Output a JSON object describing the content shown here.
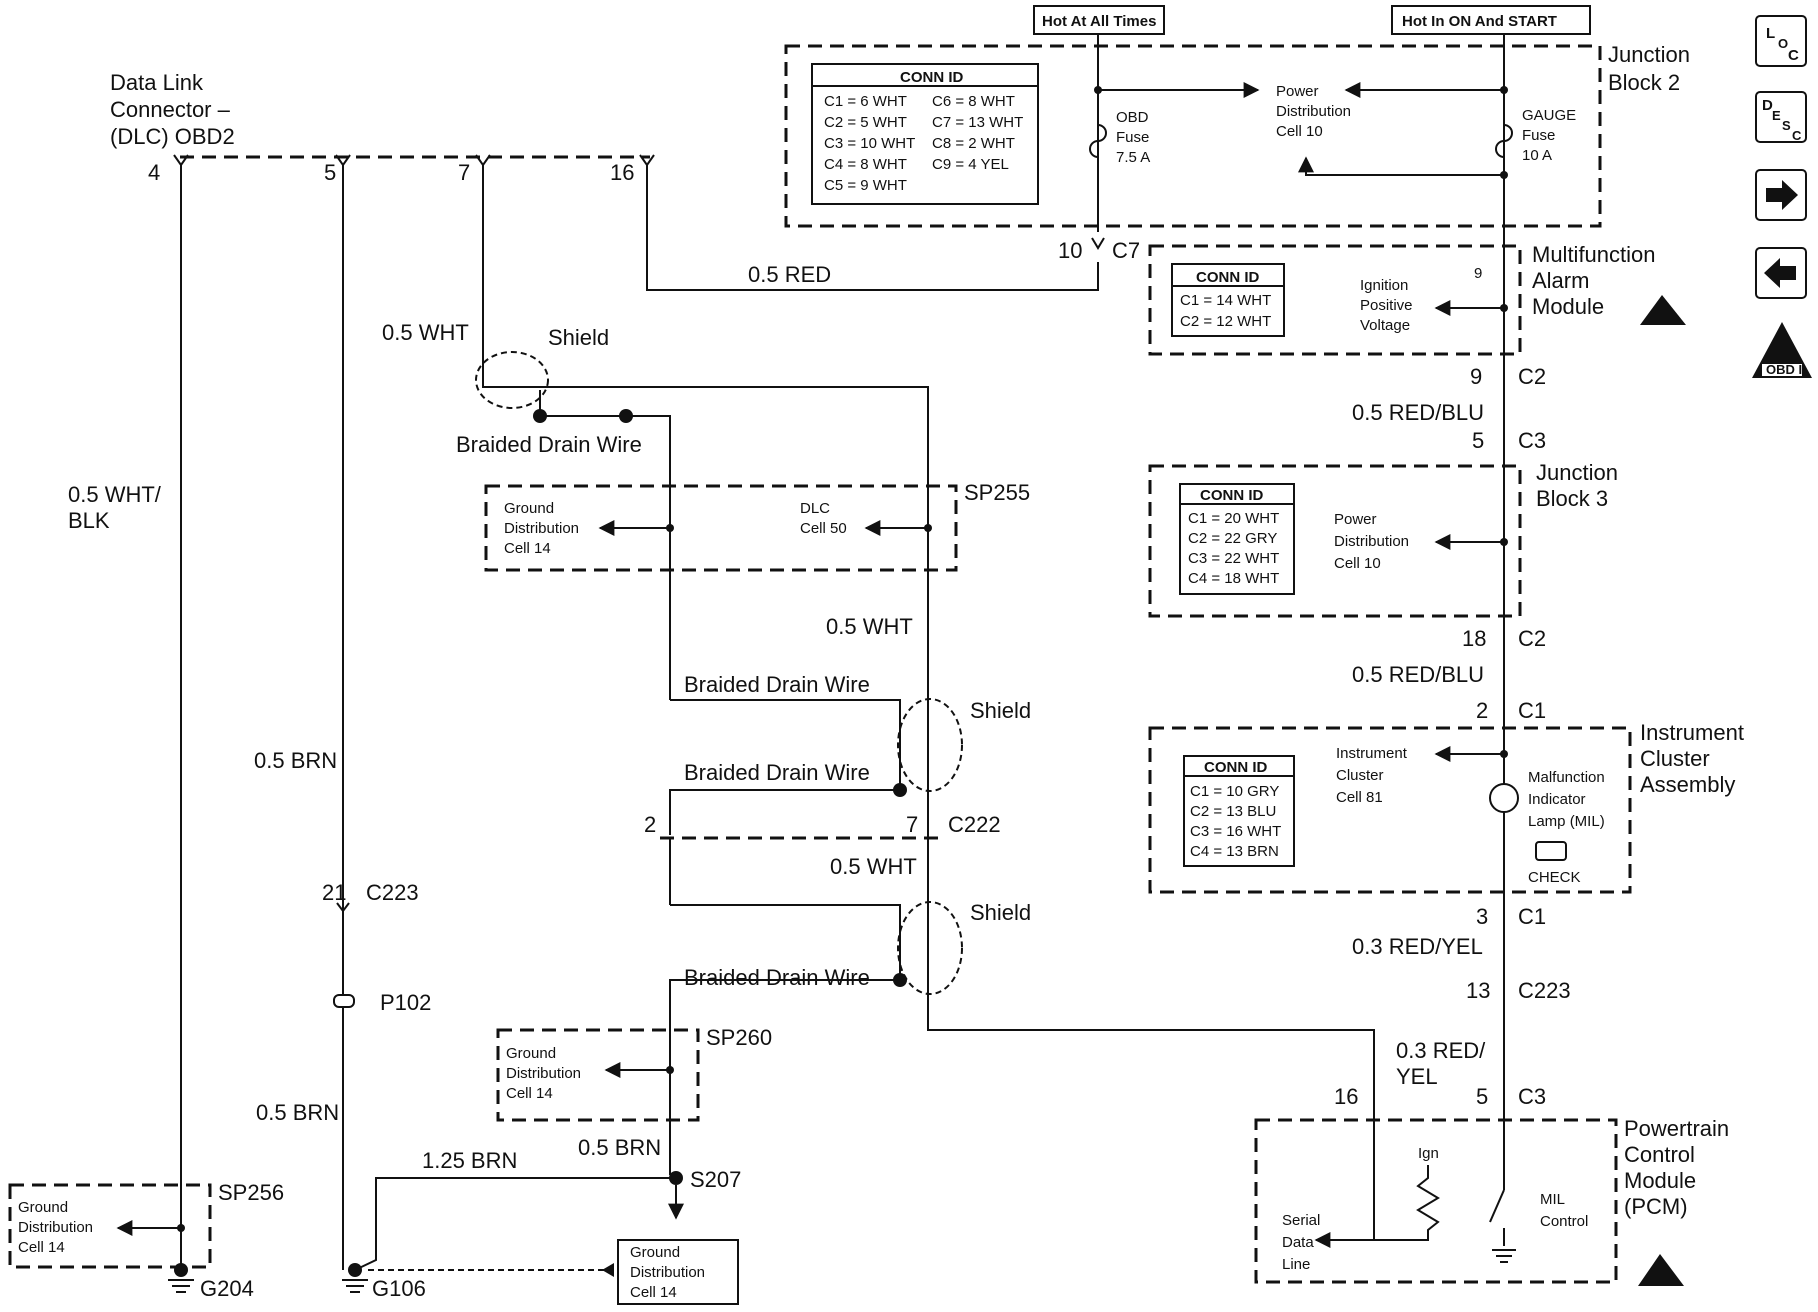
{
  "dlc": {
    "title_1": "Data Link",
    "title_2": "Connector –",
    "title_3": "(DLC) OBD2",
    "pin_4": "4",
    "pin_5": "5",
    "pin_7": "7",
    "pin_16": "16"
  },
  "wires": {
    "pin4": "0.5 WHT/",
    "pin4_b": "BLK",
    "pin5": "0.5 BRN",
    "pin5_low": "0.5 BRN",
    "pin7": "0.5 WHT",
    "pin16": "0.5 RED",
    "mid_wht_1": "0.5 WHT",
    "mid_wht_2": "0.5 WHT",
    "brn_s207": "0.5 BRN",
    "brn_g106": "1.25 BRN",
    "red_blu_1": "0.5 RED/BLU",
    "red_blu_2": "0.5 RED/BLU",
    "red_yel_1": "0.3 RED/YEL",
    "red_yel_2a": "0.3 RED/",
    "red_yel_2b": "YEL"
  },
  "shield": {
    "label": "Shield",
    "drain": "Braided Drain Wire"
  },
  "splices": {
    "sp255": "SP255",
    "sp260": "SP260",
    "sp256": "SP256",
    "s207": "S207"
  },
  "grounds": {
    "g204": "G204",
    "g106": "G106"
  },
  "connectors": {
    "c223": "C223",
    "c223_pin": "21",
    "p102": "P102",
    "c222": "C222",
    "c222_pin2": "2",
    "c222_pin7": "7"
  },
  "ground_dist": {
    "l1": "Ground",
    "l2": "Distribution",
    "l3": "Cell 14"
  },
  "dlc_cell": {
    "l1": "DLC",
    "l2": "Cell 50"
  },
  "jb2": {
    "title_1": "Junction",
    "title_2": "Block 2",
    "hot_all": "Hot At All Times",
    "hot_on": "Hot In ON And START",
    "conn_id": "CONN ID",
    "conn_left": [
      "C1 = 6 WHT",
      "C2 = 5 WHT",
      "C3 = 10 WHT",
      "C4 = 8 WHT",
      "C5 = 9 WHT"
    ],
    "conn_right": [
      "C6 = 8 WHT",
      "C7 = 13 WHT",
      "C8 = 2 WHT",
      "C9 = 4 YEL"
    ],
    "obd_fuse": [
      "OBD",
      "Fuse",
      "7.5 A"
    ],
    "gauge_fuse": [
      "GAUGE",
      "Fuse",
      "10 A"
    ],
    "power_dist": [
      "Power",
      "Distribution",
      "Cell 10"
    ],
    "pin": "10",
    "conn": "C7"
  },
  "mfam": {
    "title": [
      "Multifunction",
      "Alarm",
      "Module"
    ],
    "conn_id": "CONN ID",
    "conn": [
      "C1 = 14 WHT",
      "C2 = 12 WHT"
    ],
    "ign": [
      "Ignition",
      "Positive",
      "Voltage"
    ],
    "pin_top": "9",
    "pin_bot": "9",
    "conn_bot": "C2"
  },
  "jb3": {
    "title_1": "Junction",
    "title_2": "Block 3",
    "conn_id": "CONN ID",
    "conn": [
      "C1 = 20 WHT",
      "C2 = 22 GRY",
      "C3 = 22 WHT",
      "C4 = 18 WHT"
    ],
    "power_dist": [
      "Power",
      "Distribution",
      "Cell 10"
    ],
    "pin_top": "5",
    "conn_top": "C3",
    "pin_bot": "18",
    "conn_bot": "C2"
  },
  "ica": {
    "title": [
      "Instrument",
      "Cluster",
      "Assembly"
    ],
    "conn_id": "CONN ID",
    "conn": [
      "C1 = 10 GRY",
      "C2 = 13 BLU",
      "C3 = 16 WHT",
      "C4 = 13 BRN"
    ],
    "cell": [
      "Instrument",
      "Cluster",
      "Cell 81"
    ],
    "mil": [
      "Malfunction",
      "Indicator",
      "Lamp (MIL)"
    ],
    "check": "CHECK",
    "pin_top": "2",
    "conn_top": "C1",
    "pin_bot": "3",
    "conn_bot": "C1"
  },
  "c223b": {
    "pin": "13",
    "conn": "C223"
  },
  "pcm": {
    "title": [
      "Powertrain",
      "Control",
      "Module",
      "(PCM)"
    ],
    "ign": "Ign",
    "serial": [
      "Serial",
      "Data",
      "Line"
    ],
    "mil": [
      "MIL",
      "Control"
    ],
    "pin_16": "16",
    "pin_5": "5",
    "conn": "C3"
  },
  "side": {
    "loc": [
      "L",
      "O",
      "C"
    ],
    "desc": [
      "D",
      "E",
      "S",
      "C"
    ],
    "obd": "OBD II"
  }
}
